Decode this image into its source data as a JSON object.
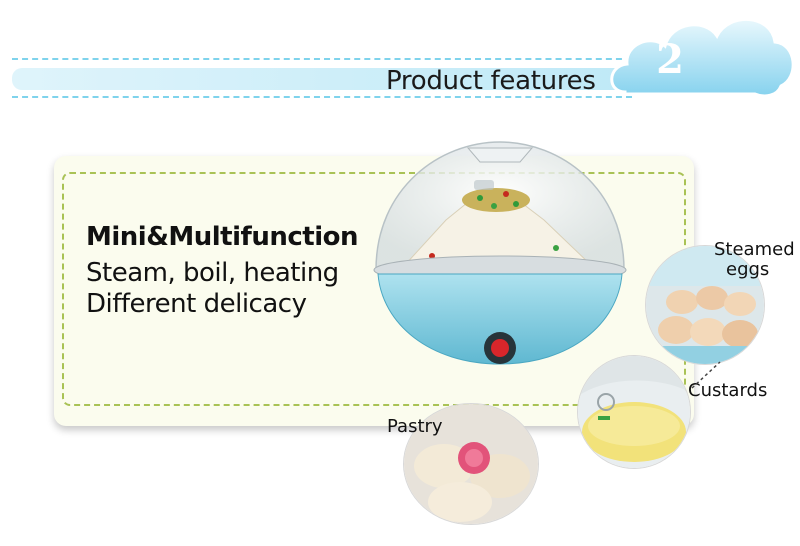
{
  "header": {
    "title": "Product features",
    "step_number": "2"
  },
  "features": {
    "heading": "Mini&Multifunction",
    "lines": [
      "Steam, boil, heating",
      "Different delicacy"
    ]
  },
  "examples": {
    "steamed_eggs": "Steamed eggs",
    "steamed_line1": "Steamed",
    "steamed_line2": "eggs",
    "custards": "Custards",
    "pastry": "Pastry"
  },
  "colors": {
    "band_dash": "#7fd3ec",
    "card_bg": "#fbfcee",
    "card_dash": "#a9c255",
    "cooker_blue": "#8fd3e6",
    "switch_red": "#d9262b"
  }
}
